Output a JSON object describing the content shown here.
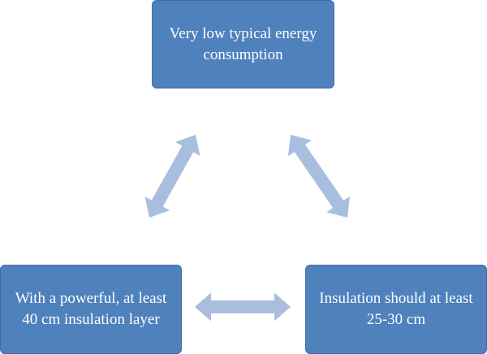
{
  "colors": {
    "node_fill": "#4F81BD",
    "node_border": "#3F6DA6",
    "node_text": "#FFFFFF",
    "arrow_fill": "#A9BEDF",
    "background": "#FFFFFF"
  },
  "diagram": {
    "type": "cycle",
    "nodes": [
      {
        "id": "top",
        "label": "Very low typical energy consumption"
      },
      {
        "id": "left",
        "label": "With a powerful, at least 40 cm insulation layer"
      },
      {
        "id": "right",
        "label": "Insulation should at least 25-30 cm"
      }
    ],
    "connectors": [
      {
        "from": "left",
        "to": "top",
        "style": "double-arrow"
      },
      {
        "from": "top",
        "to": "right",
        "style": "double-arrow"
      },
      {
        "from": "left",
        "to": "right",
        "style": "double-arrow"
      }
    ]
  }
}
